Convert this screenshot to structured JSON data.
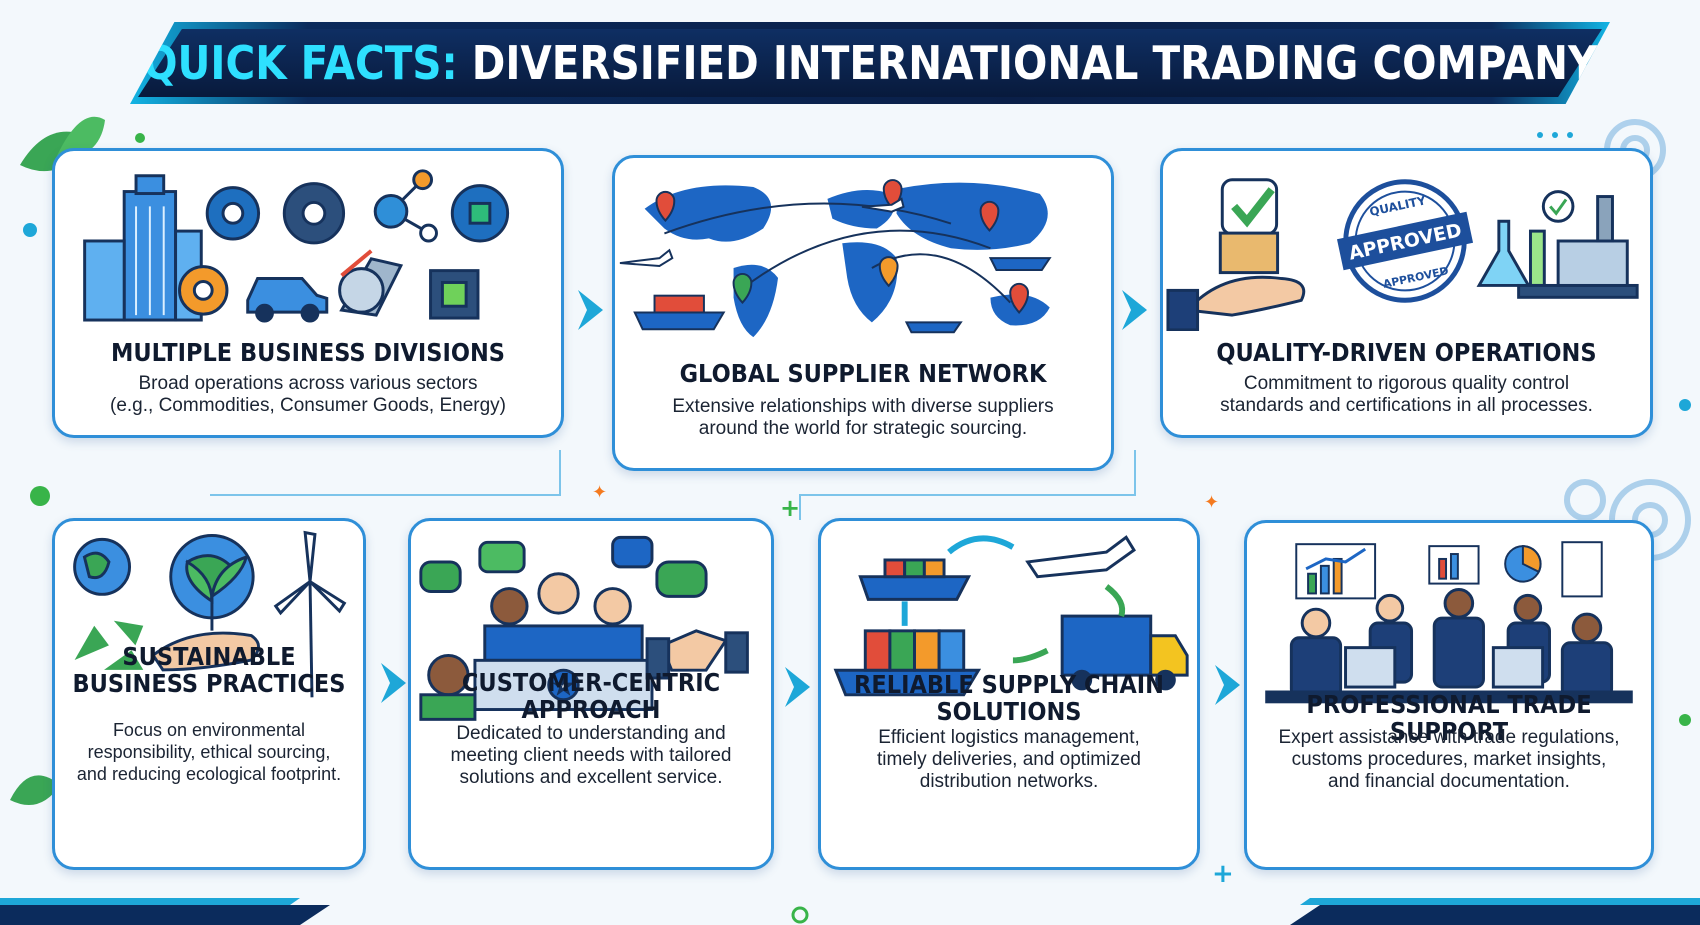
{
  "title": {
    "prefix": "QUICK FACTS:",
    "main": "DIVERSIFIED INTERNATIONAL TRADING COMPANY"
  },
  "cards": [
    {
      "title_lines": [
        "MULTIPLE BUSINESS DIVISIONS"
      ],
      "desc_lines": [
        "Broad operations across various sectors",
        "(e.g., Commodities, Consumer Goods, Energy)"
      ]
    },
    {
      "title_lines": [
        "GLOBAL SUPPLIER NETWORK"
      ],
      "desc_lines": [
        "Extensive relationships with diverse suppliers",
        "around the world for strategic sourcing."
      ]
    },
    {
      "title_lines": [
        "QUALITY-DRIVEN OPERATIONS"
      ],
      "desc_lines": [
        "Commitment to rigorous quality control",
        "standards and certifications in all processes."
      ],
      "stamp_top": "QUALITY",
      "stamp_mid": "APPROVED",
      "stamp_bottom": "APPROVED"
    },
    {
      "title_lines": [
        "SUSTAINABLE",
        "BUSINESS PRACTICES"
      ],
      "desc_lines": [
        "Focus on environmental",
        "responsibility, ethical sourcing,",
        "and reducing ecological footprint."
      ]
    },
    {
      "title_lines": [
        "CUSTOMER-CENTRIC",
        "APPROACH"
      ],
      "desc_lines": [
        "Dedicated to understanding and",
        "meeting client needs with tailored",
        "solutions and excellent service."
      ]
    },
    {
      "title_lines": [
        "RELIABLE SUPPLY CHAIN",
        "SOLUTIONS"
      ],
      "desc_lines": [
        "Efficient logistics management,",
        "timely deliveries, and optimized",
        "distribution networks."
      ]
    },
    {
      "title_lines": [
        "PROFESSIONAL TRADE SUPPORT"
      ],
      "desc_lines": [
        "Expert assistance with trade regulations,",
        "customs procedures, market insights,",
        "and financial documentation."
      ]
    }
  ],
  "colors": {
    "card_border": "#2f8fd8",
    "banner_dark": "#0a1f48",
    "accent_cyan": "#2ee0ff",
    "leaf_green": "#3aa655"
  },
  "icons": [
    "building-icon",
    "gear-icon",
    "car-icon",
    "world-map-icon",
    "map-pin-icon",
    "ship-icon",
    "airplane-icon",
    "checkmark-icon",
    "approved-stamp-icon",
    "lab-flask-icon",
    "earth-icon",
    "recycle-icon",
    "wind-turbine-icon",
    "headset-agent-icon",
    "chat-bubble-icon",
    "handshake-icon",
    "truck-icon",
    "cargo-ship-icon",
    "chart-board-icon",
    "business-team-icon"
  ]
}
